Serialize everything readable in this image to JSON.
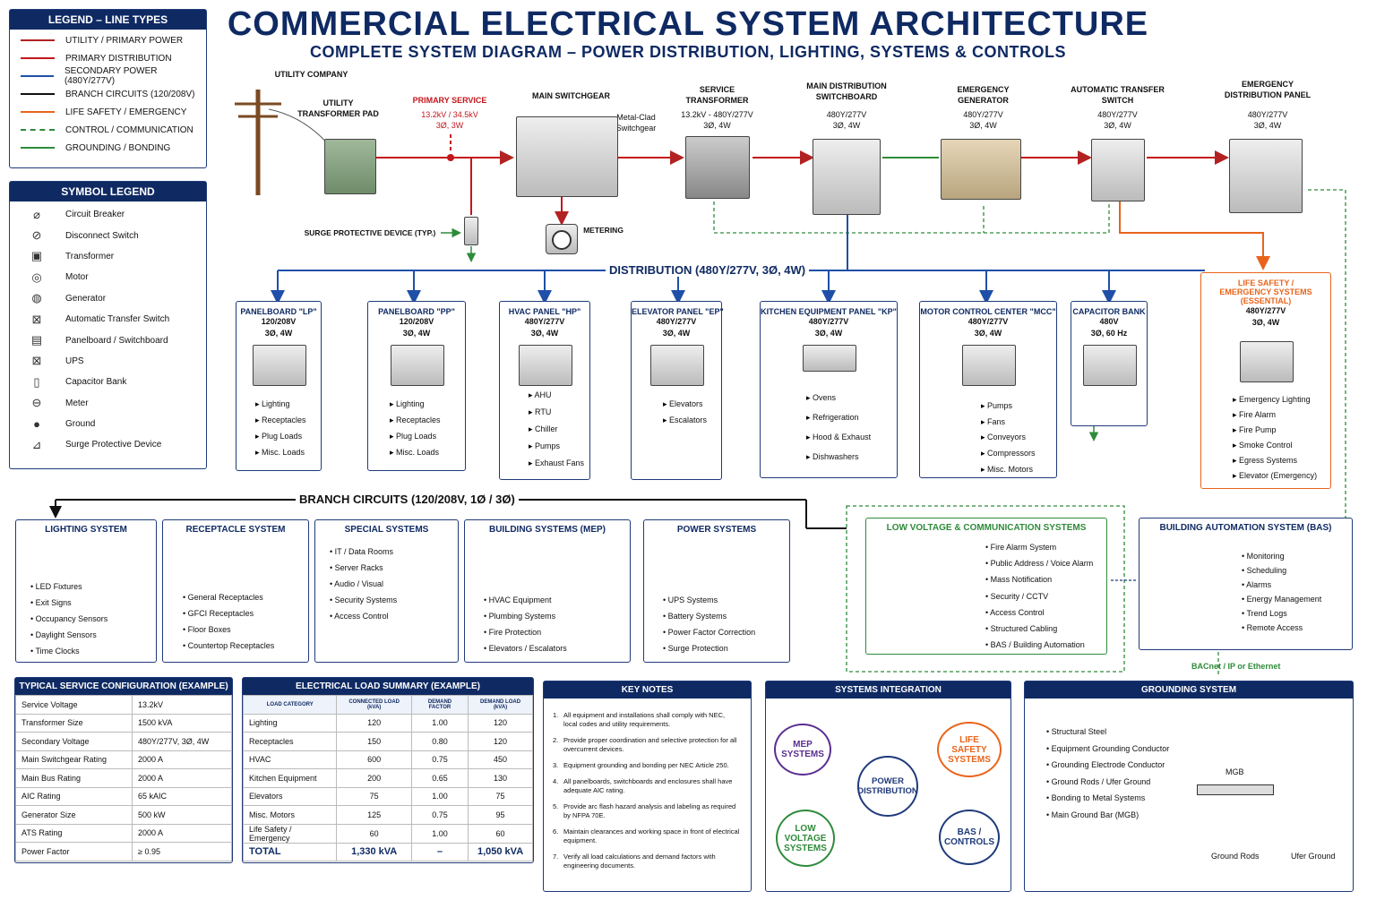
{
  "header": {
    "title": "COMMERCIAL  ELECTRICAL SYSTEM ARCHITECTURE",
    "subtitle": "COMPLETE SYSTEM DIAGRAM – POWER DISTRIBUTION, LIGHTING, SYSTEMS & CONTROLS"
  },
  "line_legend": {
    "title": "LEGEND – LINE TYPES",
    "items": [
      {
        "label": "UTILITY / PRIMARY POWER",
        "color": "#b22222",
        "style": "solid"
      },
      {
        "label": "PRIMARY DISTRIBUTION",
        "color": "#c4161c",
        "style": "solid"
      },
      {
        "label": "SECONDARY POWER (480Y/277V)",
        "color": "#1f4fa8",
        "style": "solid"
      },
      {
        "label": "BRANCH CIRCUITS (120/208V)",
        "color": "#111111",
        "style": "solid"
      },
      {
        "label": "LIFE SAFETY / EMERGENCY",
        "color": "#e8641b",
        "style": "solid"
      },
      {
        "label": "CONTROL / COMMUNICATION",
        "color": "#2e8b3a",
        "style": "dashed"
      },
      {
        "label": "GROUNDING / BONDING",
        "color": "#2e8b3a",
        "style": "solid"
      }
    ]
  },
  "symbol_legend": {
    "title": "SYMBOL LEGEND",
    "items": [
      {
        "label": "Circuit Breaker",
        "icon": "breaker-icon",
        "glyph": "⌀"
      },
      {
        "label": "Disconnect Switch",
        "icon": "disconnect-icon",
        "glyph": "⊘"
      },
      {
        "label": "Transformer",
        "icon": "transformer-icon",
        "glyph": "▣"
      },
      {
        "label": "Motor",
        "icon": "motor-icon",
        "glyph": "◎"
      },
      {
        "label": "Generator",
        "icon": "generator-icon",
        "glyph": "◍"
      },
      {
        "label": "Automatic Transfer Switch",
        "icon": "ats-icon",
        "glyph": "⊠"
      },
      {
        "label": "Panelboard / Switchboard",
        "icon": "panelboard-icon",
        "glyph": "▤"
      },
      {
        "label": "UPS",
        "icon": "ups-icon",
        "glyph": "⊠"
      },
      {
        "label": "Capacitor Bank",
        "icon": "capacitor-icon",
        "glyph": "▯"
      },
      {
        "label": "Meter",
        "icon": "meter-icon",
        "glyph": "⊖"
      },
      {
        "label": "Ground",
        "icon": "ground-icon",
        "glyph": "●"
      },
      {
        "label": "Surge Protective Device",
        "icon": "spd-icon",
        "glyph": "⊿"
      }
    ]
  },
  "top": {
    "utility_company": "UTILITY COMPANY",
    "utility_pad": "UTILITY\nTRANSFORMER PAD",
    "primary_service": "PRIMARY SERVICE",
    "primary_service_spec": "13.2kV / 34.5kV\n3Ø, 3W",
    "main_switchgear": "MAIN SWITCHGEAR",
    "metal_clad": "Metal-Clad\nSwitchgear",
    "spd": "SURGE PROTECTIVE DEVICE (TYP.)",
    "metering": "METERING",
    "service_transformer": "SERVICE\nTRANSFORMER",
    "service_transformer_spec": "13.2kV - 480Y/277V\n3Ø, 4W",
    "mds": "MAIN DISTRIBUTION\nSWITCHBOARD",
    "mds_spec": "480Y/277V\n3Ø, 4W",
    "gen": "EMERGENCY\nGENERATOR",
    "gen_spec": "480Y/277V\n3Ø, 4W",
    "ats": "AUTOMATIC TRANSFER\nSWITCH",
    "ats_spec": "480Y/277V\n3Ø, 4W",
    "edp": "EMERGENCY\nDISTRIBUTION PANEL",
    "edp_spec": "480Y/277V\n3Ø, 4W",
    "distribution": "DISTRIBUTION (480Y/277V, 3Ø, 4W)",
    "branch": "BRANCH CIRCUITS (120/208V, 1Ø / 3Ø)",
    "bacnet": "BACnet / IP or Ethernet"
  },
  "panels": [
    {
      "title": "PANELBOARD \"LP\"",
      "spec": "120/208V\n3Ø, 4W",
      "items": [
        "Lighting",
        "Receptacles",
        "Plug Loads",
        "Misc. Loads"
      ]
    },
    {
      "title": "PANELBOARD \"PP\"",
      "spec": "120/208V\n3Ø, 4W",
      "items": [
        "Lighting",
        "Receptacles",
        "Plug Loads",
        "Misc. Loads"
      ]
    },
    {
      "title": "HVAC PANEL \"HP\"",
      "spec": "480Y/277V\n3Ø, 4W",
      "items": [
        "AHU",
        "RTU",
        "Chiller",
        "Pumps",
        "Exhaust Fans"
      ]
    },
    {
      "title": "ELEVATOR PANEL \"EP\"",
      "spec": "480Y/277V\n3Ø, 4W",
      "items": [
        "Elevators",
        "Escalators"
      ]
    },
    {
      "title": "KITCHEN EQUIPMENT PANEL \"KP\"",
      "spec": "480Y/277V\n3Ø, 4W",
      "items": [
        "Ovens",
        "Refrigeration",
        "Hood & Exhaust",
        "Dishwashers"
      ]
    },
    {
      "title": "MOTOR CONTROL CENTER \"MCC\"",
      "spec": "480Y/277V\n3Ø, 4W",
      "items": [
        "Pumps",
        "Fans",
        "Conveyors",
        "Compressors",
        "Misc. Motors"
      ]
    },
    {
      "title": "CAPACITOR BANK",
      "spec": "480V\n3Ø, 60 Hz",
      "items": []
    },
    {
      "title": "LIFE SAFETY /\nEMERGENCY SYSTEMS\n(ESSENTIAL)",
      "spec": "480Y/277V\n3Ø, 4W",
      "items": [
        "Emergency Lighting",
        "Fire Alarm",
        "Fire Pump",
        "Smoke Control",
        "Egress Systems",
        "Elevator (Emergency)"
      ]
    }
  ],
  "systems": [
    {
      "title": "LIGHTING SYSTEM",
      "items": [
        "LED Fixtures",
        "Exit Signs",
        "Occupancy Sensors",
        "Daylight Sensors",
        "Time Clocks"
      ]
    },
    {
      "title": "RECEPTACLE SYSTEM",
      "items": [
        "General Receptacles",
        "GFCI Receptacles",
        "Floor Boxes",
        "Countertop Receptacles"
      ]
    },
    {
      "title": "SPECIAL SYSTEMS",
      "items": [
        "IT / Data Rooms",
        "Server Racks",
        "Audio / Visual",
        "Security Systems",
        "Access Control"
      ]
    },
    {
      "title": "BUILDING SYSTEMS (MEP)",
      "items": [
        "HVAC Equipment",
        "Plumbing Systems",
        "Fire Protection",
        "Elevators / Escalators"
      ]
    },
    {
      "title": "POWER SYSTEMS",
      "items": [
        "UPS Systems",
        "Battery Systems",
        "Power Factor Correction",
        "Surge Protection"
      ]
    },
    {
      "title": "LOW VOLTAGE & COMMUNICATION SYSTEMS",
      "items": [
        "Fire Alarm System",
        "Public Address / Voice Alarm",
        "Mass Notification",
        "Security / CCTV",
        "Access Control",
        "Structured Cabling",
        "BAS / Building Automation"
      ]
    },
    {
      "title": "BUILDING AUTOMATION SYSTEM (BAS)",
      "items": [
        "Monitoring",
        "Scheduling",
        "Alarms",
        "Energy Management",
        "Trend Logs",
        "Remote Access"
      ]
    }
  ],
  "service_config": {
    "title": "TYPICAL SERVICE CONFIGURATION (EXAMPLE)",
    "rows": [
      [
        "Service Voltage",
        "13.2kV"
      ],
      [
        "Transformer Size",
        "1500 kVA"
      ],
      [
        "Secondary Voltage",
        "480Y/277V, 3Ø, 4W"
      ],
      [
        "Main Switchgear Rating",
        "2000 A"
      ],
      [
        "Main Bus Rating",
        "2000 A"
      ],
      [
        "AIC Rating",
        "65 kAIC"
      ],
      [
        "Generator Size",
        "500 kW"
      ],
      [
        "ATS Rating",
        "2000 A"
      ],
      [
        "Power Factor",
        "≥ 0.95"
      ]
    ]
  },
  "load_summary": {
    "title": "ELECTRICAL LOAD SUMMARY (EXAMPLE)",
    "columns": [
      "LOAD CATEGORY",
      "CONNECTED LOAD (kVA)",
      "DEMAND FACTOR",
      "DEMAND LOAD (kVA)"
    ],
    "rows": [
      [
        "Lighting",
        "120",
        "1.00",
        "120"
      ],
      [
        "Receptacles",
        "150",
        "0.80",
        "120"
      ],
      [
        "HVAC",
        "600",
        "0.75",
        "450"
      ],
      [
        "Kitchen Equipment",
        "200",
        "0.65",
        "130"
      ],
      [
        "Elevators",
        "75",
        "1.00",
        "75"
      ],
      [
        "Misc. Motors",
        "125",
        "0.75",
        "95"
      ],
      [
        "Life Safety / Emergency",
        "60",
        "1.00",
        "60"
      ]
    ],
    "total": [
      "TOTAL",
      "1,330 kVA",
      "–",
      "1,050 kVA"
    ]
  },
  "key_notes": {
    "title": "KEY NOTES",
    "items": [
      "All equipment and installations shall comply with NEC, local codes and utility requirements.",
      "Provide proper coordination and selective protection for all overcurrent devices.",
      "Equipment grounding and bonding per NEC Article 250.",
      "All panelboards, switchboards and enclosures shall have adequate AIC rating.",
      "Provide arc flash hazard analysis and labeling as required by NFPA 70E.",
      "Maintain clearances and working space in front of electrical equipment.",
      "Verify all load calculations and demand factors with engineering documents."
    ]
  },
  "integration": {
    "title": "SYSTEMS INTEGRATION",
    "center": "POWER\nDISTRIBUTION",
    "mep": "MEP\nSYSTEMS",
    "life": "LIFE\nSAFETY\nSYSTEMS",
    "lowv": "LOW\nVOLTAGE\nSYSTEMS",
    "bas": "BAS /\nCONTROLS"
  },
  "grounding": {
    "title": "GROUNDING SYSTEM",
    "items": [
      "Structural Steel",
      "Equipment Grounding Conductor",
      "Grounding Electrode Conductor",
      "Ground Rods / Ufer Ground",
      "Bonding to Metal Systems",
      "Main Ground Bar (MGB)"
    ],
    "mgb": "MGB",
    "rods": "Ground Rods",
    "ufer": "Ufer Ground"
  }
}
